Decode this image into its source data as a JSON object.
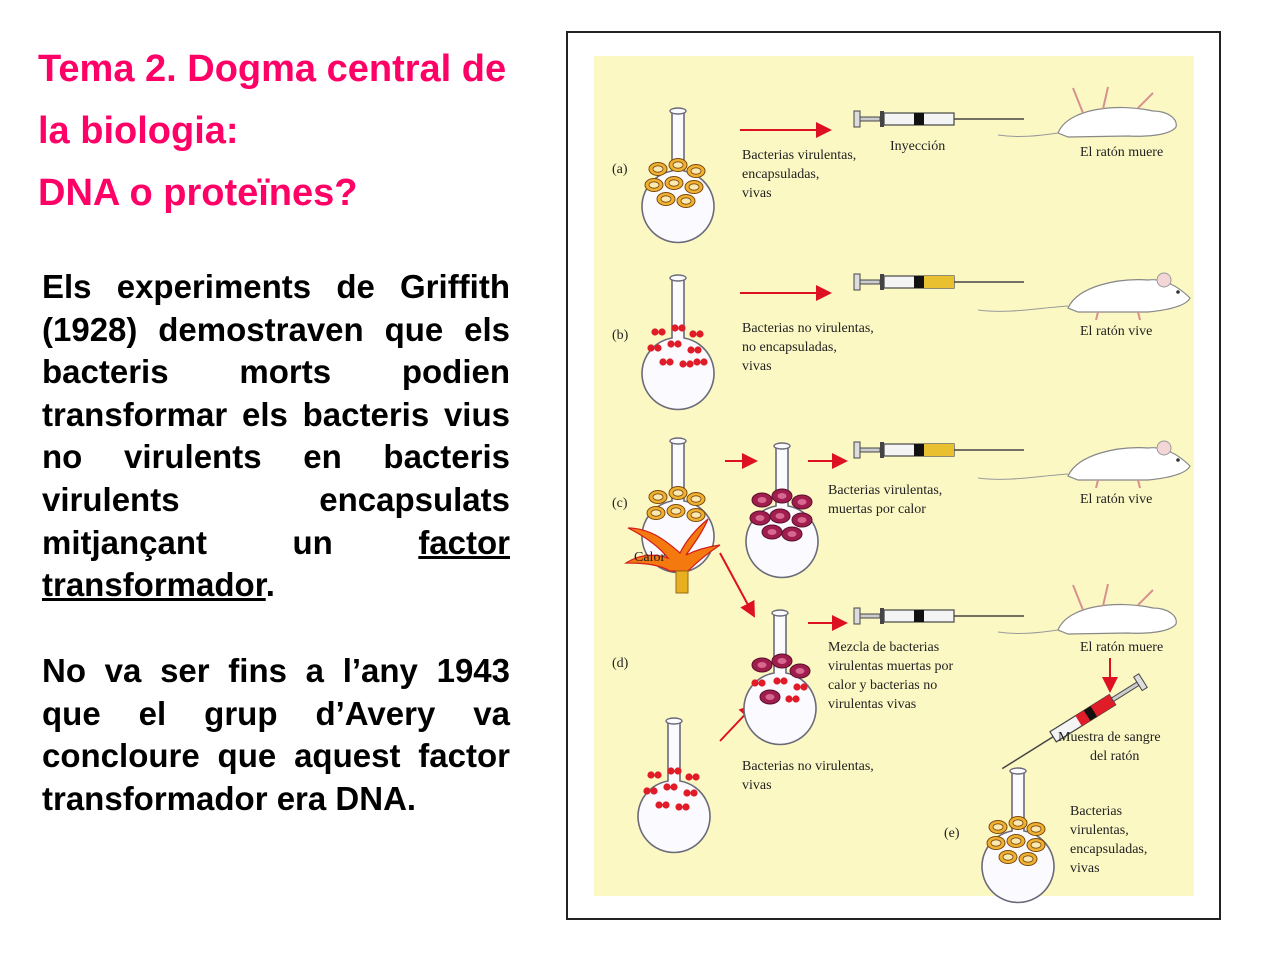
{
  "slide": {
    "title_lines": [
      "Tema 2. Dogma central de",
      "la biologia:",
      "DNA o proteïnes?"
    ],
    "paragraph1_main": "Els experiments de Griffith (1928) demostraven que els bacteris morts podien transformar els bacteris vius no virulents en bacteris virulents encapsulats mitjançant un ",
    "paragraph1_underlined": "factor transformador",
    "paragraph1_end": ".",
    "paragraph2": "No va ser fins a l’any 1943 que el grup d’Avery va concloure que aquest factor transformador era DNA."
  },
  "figure": {
    "panel_labels": [
      "(a)",
      "(b)",
      "(c)",
      "(d)",
      "(e)"
    ],
    "a_bacteria": [
      "Bacterias virulentas,",
      "encapsuladas,",
      "vivas"
    ],
    "a_injection": "Inyección",
    "a_result": "El ratón muere",
    "b_bacteria": [
      "Bacterias no virulentas,",
      "no encapsuladas,",
      "vivas"
    ],
    "b_result": "El ratón vive",
    "c_bacteria": [
      "Bacterias virulentas,",
      "muertas por  calor"
    ],
    "c_heat": "Calor",
    "c_result": "El ratón vive",
    "d_mix": [
      "Mezcla de bacterias",
      "virulentas muertas  por",
      "calor y bacterias no",
      "virulentas vivas"
    ],
    "d_result": "El ratón muere",
    "d_blood": [
      "Muestra de sangre",
      "del ratón"
    ],
    "d_bacteria": [
      "Bacterias no virulentas,",
      "vivas"
    ],
    "e_bacteria": [
      "Bacterias",
      "virulentas,",
      "encapsuladas,",
      "vivas"
    ],
    "colors": {
      "background": "#fcf8c4",
      "arrow": "#dd1122",
      "virulent": "#f0b030",
      "heat_killed": "#a01e4e",
      "nonvirulent": "#e01c28"
    }
  }
}
